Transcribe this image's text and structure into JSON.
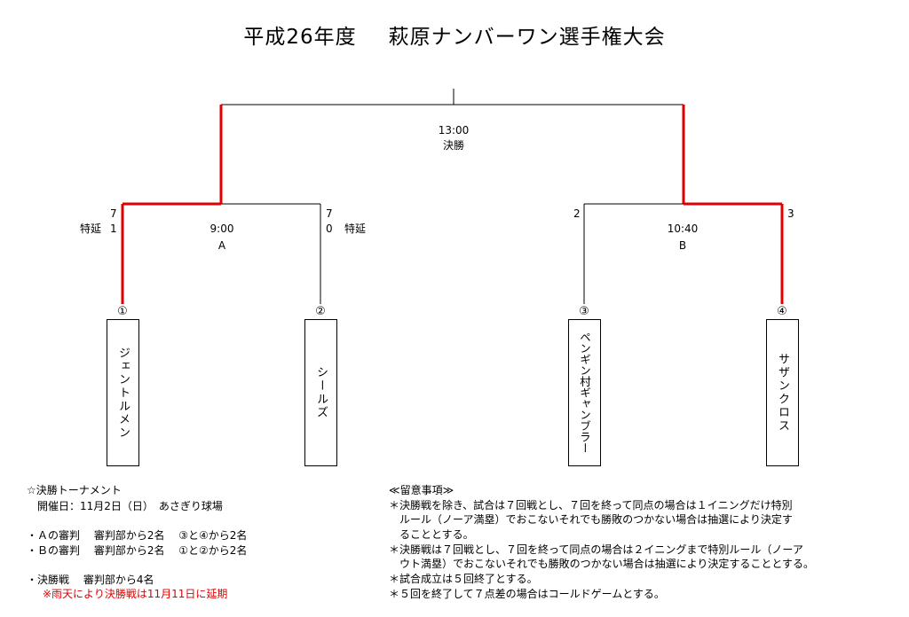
{
  "title": {
    "year": "平成26年度",
    "event": "萩原ナンバーワン選手権大会"
  },
  "final": {
    "time": "13:00",
    "name": "決勝"
  },
  "semi_a": {
    "time": "9:00",
    "name": "A",
    "score_left": "7",
    "score_left2": "1",
    "score_right": "7",
    "score_right2": "0",
    "note_left": "特延",
    "note_right": "特延"
  },
  "semi_b": {
    "time": "10:40",
    "name": "B",
    "score_left": "2",
    "score_right": "3"
  },
  "teams": [
    {
      "num": "①",
      "name": "ジェントルメン"
    },
    {
      "num": "②",
      "name": "シールズ"
    },
    {
      "num": "③",
      "name": "ペンギン村ギャンブラー"
    },
    {
      "num": "④",
      "name": "サザンクロス"
    }
  ],
  "tournament": {
    "heading": "☆決勝トーナメント",
    "date": "　開催日：11月2日（日）　あさぎり球場",
    "ref_a": "・Ａの審判　 審判部から2名　 ③と④から2名",
    "ref_b": "・Ｂの審判　 審判部から2名　 ①と②から2名",
    "ref_final": "・決勝戦　 審判部から4名",
    "notice": "※雨天により決勝戦は11月11日に延期"
  },
  "rules": {
    "heading": "≪留意事項≫",
    "line1": "＊決勝戦を除き、試合は７回戦とし、７回を終って同点の場合は１イニングだけ特別",
    "line2": "　ルール（ノーア満塁）でおこないそれでも勝敗のつかない場合は抽選により決定す",
    "line3": "　ることとする。",
    "line4": "＊決勝戦は７回戦とし、７回を終って同点の場合は２イニングまで特別ルール（ノーア",
    "line5": "　ウト満塁）でおこないそれでも勝敗のつかない場合は抽選により決定することとする。",
    "line6": "＊試合成立は５回終了とする。",
    "line7": "＊５回を終了して７点差の場合はコールドゲームとする。"
  },
  "colors": {
    "winner_line": "#e00000",
    "line": "#000000"
  }
}
